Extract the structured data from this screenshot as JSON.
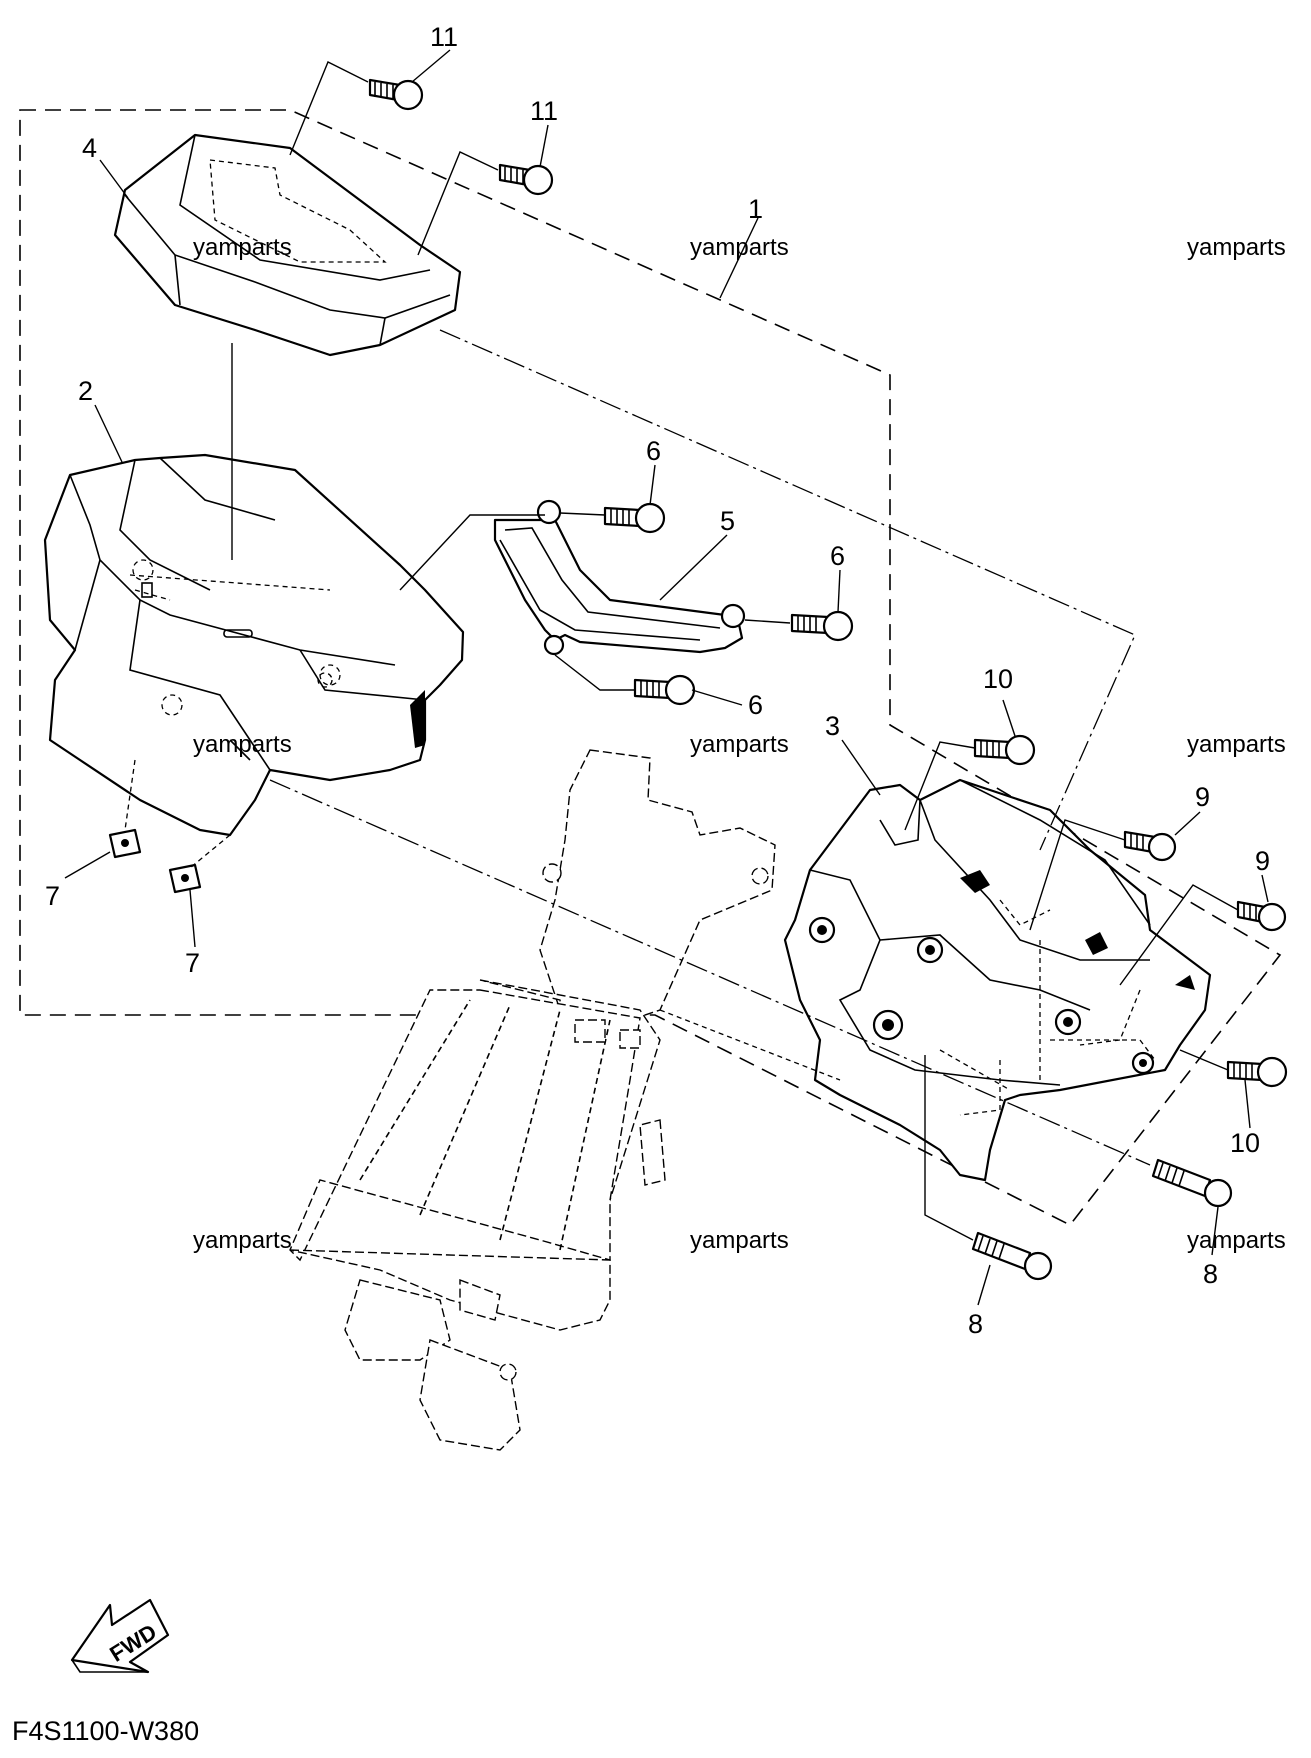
{
  "diagram": {
    "code": "F4S1100-W380",
    "watermark": "yamparts",
    "fwd_label": "FWD",
    "callouts": {
      "c1": "1",
      "c2": "2",
      "c3": "3",
      "c4": "4",
      "c5": "5",
      "c6a": "6",
      "c6b": "6",
      "c6c": "6",
      "c7a": "7",
      "c7b": "7",
      "c8a": "8",
      "c8b": "8",
      "c9a": "9",
      "c9b": "9",
      "c10a": "10",
      "c10b": "10",
      "c11a": "11",
      "c11b": "11"
    }
  }
}
